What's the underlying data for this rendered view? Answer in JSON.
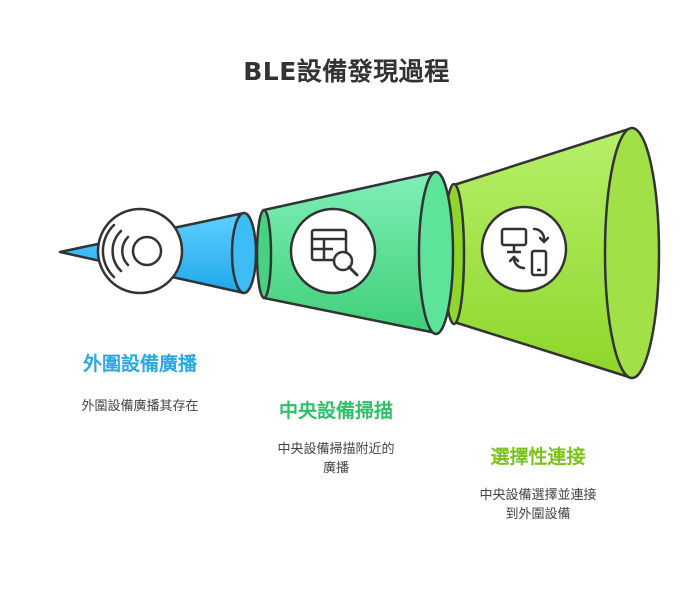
{
  "title": "BLE設備發現過程",
  "steps": [
    {
      "title": "外圍設備廣播",
      "description": "外圍設備廣播其存在",
      "color": "#29a9e0",
      "icon": "broadcast-signal-icon"
    },
    {
      "title": "中央設備掃描",
      "description_lines": [
        "中央設備掃描附近的",
        "廣播"
      ],
      "color": "#2fbf6a",
      "icon": "table-search-icon"
    },
    {
      "title": "選擇性連接",
      "description_lines": [
        "中央設備選擇並連接",
        "到外圍設備"
      ],
      "color": "#7cc21c",
      "icon": "device-sync-icon"
    }
  ]
}
